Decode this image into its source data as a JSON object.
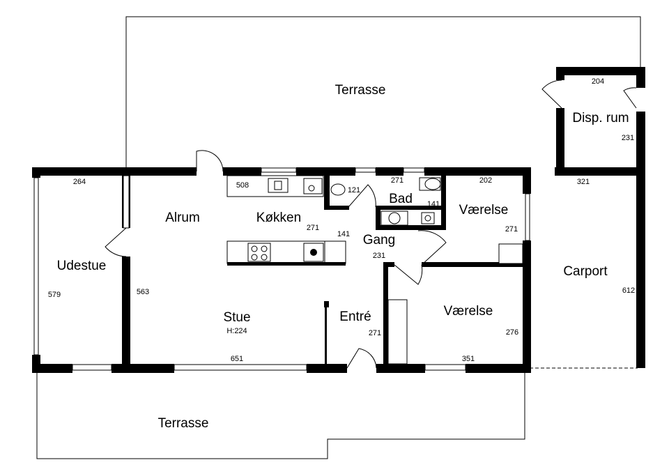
{
  "rooms": {
    "terrasse_top": "Terrasse",
    "disp_rum": "Disp. rum",
    "alrum": "Alrum",
    "kokken": "Køkken",
    "bad": "Bad",
    "vaerelse_1": "Værelse",
    "udestue": "Udestue",
    "gang": "Gang",
    "carport": "Carport",
    "stue": "Stue",
    "stue_height": "H:224",
    "entre": "Entré",
    "vaerelse_2": "Værelse",
    "terrasse_bottom": "Terrasse"
  },
  "dimensions": {
    "disp_top": "204",
    "disp_side": "231",
    "udestue_top": "264",
    "kitchen_top": "508",
    "bath_top": "271",
    "wc_width": "121",
    "bad_width": "141",
    "vaerelse1_top": "202",
    "carport_top": "321",
    "kokken_depth": "271",
    "hall_141": "141",
    "vaerelse1_side": "271",
    "gang": "231",
    "udestue_side": "579",
    "alrum_side": "563",
    "carport_side": "612",
    "entre_side": "271",
    "vaerelse2_side": "276",
    "stue_bottom": "651",
    "vaerelse2_bottom": "351"
  }
}
